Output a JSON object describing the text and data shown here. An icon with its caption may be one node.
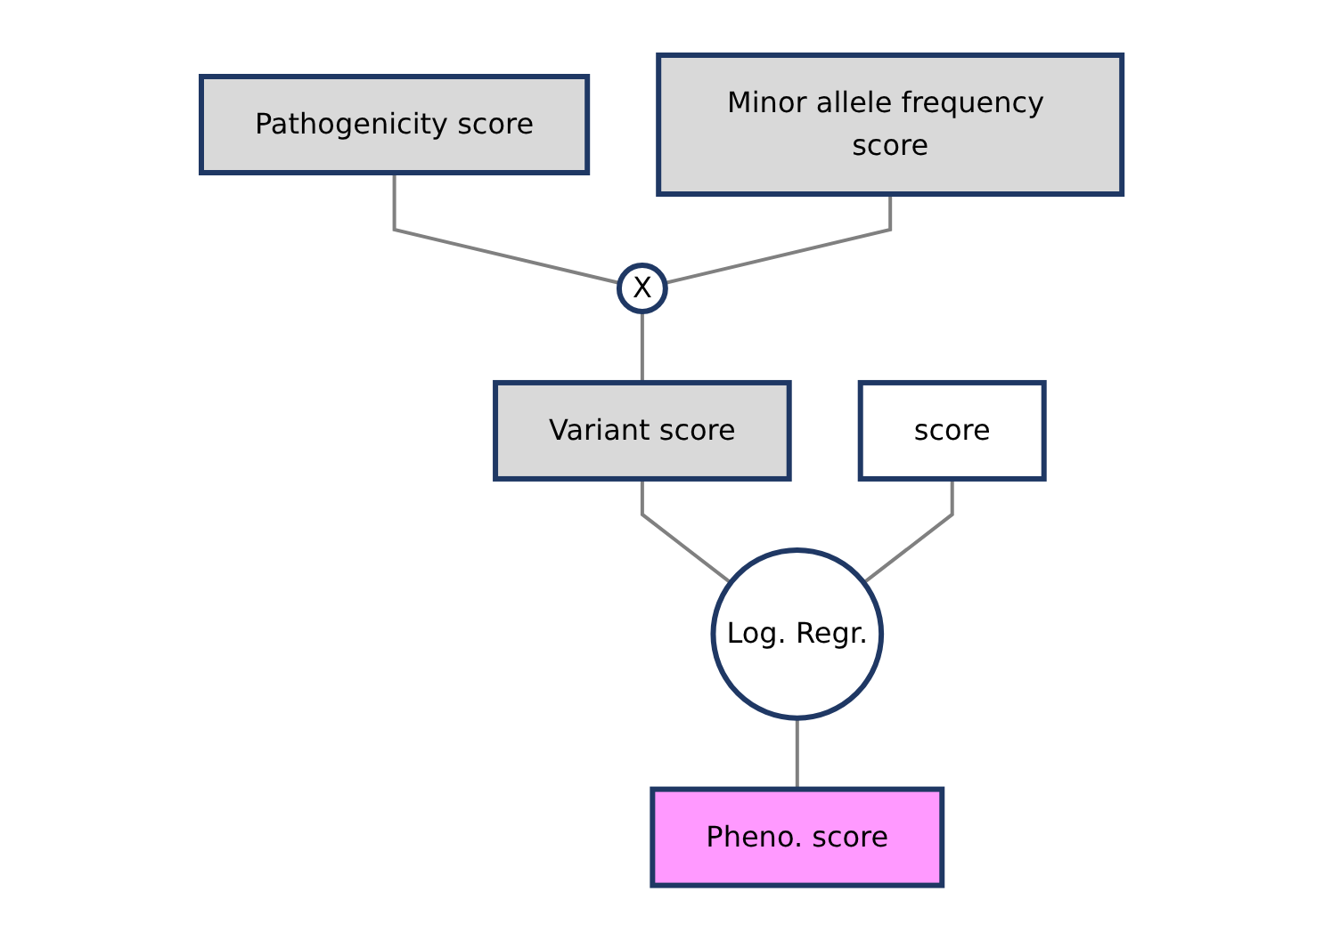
{
  "diagram": {
    "nodes": [
      {
        "text": [
          "Pathogenicity score"
        ]
      },
      {
        "text": [
          "Variant score"
        ]
      },
      {
        "text": [
          "X"
        ]
      },
      {
        "text": [
          "Minor allele frequency score"
        ]
      },
      {
        "text": [
          "score"
        ]
      },
      {
        "text": [
          "Log. Regr."
        ]
      },
      {
        "text": [
          "Pheno. score"
        ]
      }
    ],
    "edges": [
      {
        "from": 0,
        "to": 2,
        "arrow": "none"
      },
      {
        "from": 3,
        "to": 2,
        "arrow": "none"
      },
      {
        "from": 2,
        "to": 1,
        "arrow": "none"
      },
      {
        "from": 1,
        "to": 5,
        "arrow": "none"
      },
      {
        "from": 4,
        "to": 5,
        "arrow": "none"
      },
      {
        "from": 5,
        "to": 6,
        "arrow": "none"
      }
    ]
  }
}
